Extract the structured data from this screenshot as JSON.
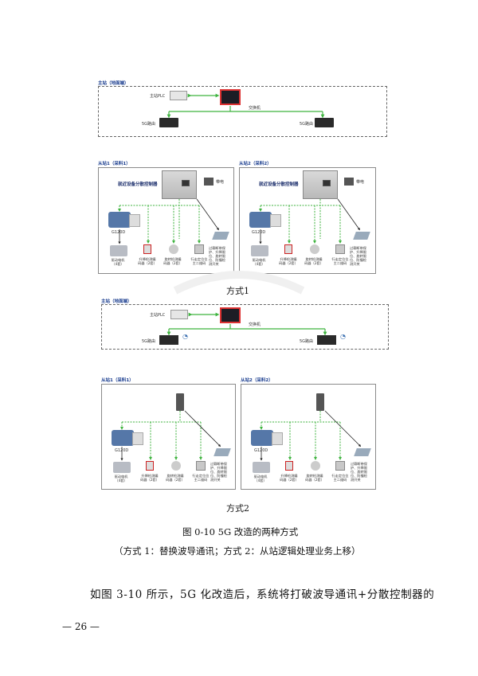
{
  "diagram1": {
    "master_title": "主站（地面端）",
    "plc_label": "主站PLC",
    "switch_label": "交换机",
    "router_left": "5G路由",
    "router_right": "5G路由",
    "slave1_title": "从站1（采料1）",
    "slave2_title": "从站2（采料2）",
    "cabinet1": "就近设备分散控制器",
    "cabinet2": "就近设备分散控制器",
    "side_box1": "带电",
    "side_box2": "带电",
    "g120d_1": "G120D",
    "g120d_2": "G120D",
    "motor1": "驱动电机\n（4套）",
    "enc1": "升降检测编\n码器（2套）",
    "enc2": "旋转检测编\n码器（2套）",
    "enc3": "行走定位位\n主二维码",
    "sens1": "过载断带保\n护、升降限\n位、旋转限\n位、防撞检\n测开关",
    "motor2": "驱动电机\n（4套）",
    "enc4": "升降检测编\n码器（2套）",
    "enc5": "旋转检测编\n码器（2套）",
    "enc6": "行走定位位\n主二维码",
    "sens2": "过载断带保\n护、升降限\n位、旋转限\n位、防撞检\n测开关",
    "caption": "方式1"
  },
  "diagram2": {
    "master_title": "主站（地面端）",
    "plc_label": "主站PLC",
    "switch_label": "交换机",
    "router_left": "5G路由",
    "router_right": "5G路由",
    "slave1_title": "从站1（采料1）",
    "slave2_title": "从站2（采料2）",
    "g120d_1": "G120D",
    "g120d_2": "G120D",
    "motor1": "驱动电机\n（4套）",
    "enc1": "升降检测编\n码器（2套）",
    "enc2": "旋转检测编\n码器（2套）",
    "enc3": "行走定位位\n主二维码",
    "sens1": "过载断带保\n护、升降限\n位、旋转限\n位、防撞检\n测开关",
    "motor2": "驱动电机\n（4套）",
    "enc4": "升降检测编\n码器（2套）",
    "enc5": "旋转检测编\n码器（2套）",
    "enc6": "行走定位位\n主二维码",
    "sens2": "过载断带保\n护、升降限\n位、旋转限\n位、防撞检\n测开关",
    "caption": "方式2"
  },
  "figure_caption": "图 0-10  5G 改造的两种方式",
  "figure_subcaption": "（方式 1：替换波导通讯；方式 2：从站逻辑处理业务上移）",
  "body_paragraph": "如图 3-10 所示，5G 化改造后，系统将打破波导通讯+分散控制器的",
  "page_number": "— 26 —"
}
